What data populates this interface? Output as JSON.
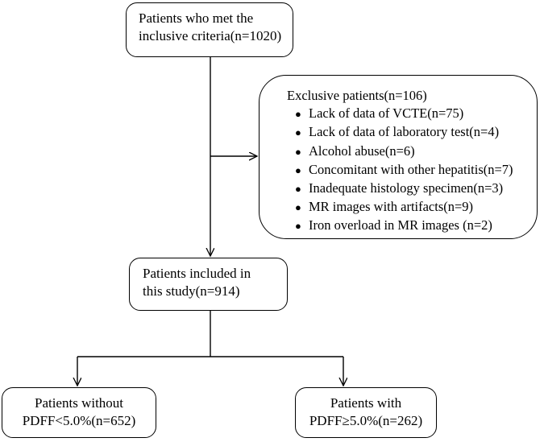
{
  "nodes": {
    "criteria": {
      "lines": [
        "Patients who met the",
        "inclusive criteria(n=1020)"
      ]
    },
    "exclusive": {
      "title": "Exclusive patients(n=106)",
      "bullet": "●",
      "items": [
        "Lack of data of VCTE(n=75)",
        "Lack of data of laboratory test(n=4)",
        "Alcohol abuse(n=6)",
        "Concomitant with other hepatitis(n=7)",
        "Inadequate histology specimen(n=3)",
        "MR images with artifacts(n=9)",
        "Iron overload in MR images (n=2)"
      ]
    },
    "included": {
      "lines": [
        "Patients included in",
        "this study(n=914)"
      ]
    },
    "without": {
      "lines": [
        "Patients without",
        "PDFF<5.0%(n=652)"
      ]
    },
    "with": {
      "lines": [
        "Patients with",
        "PDFF≥5.0%(n=262)"
      ]
    }
  }
}
